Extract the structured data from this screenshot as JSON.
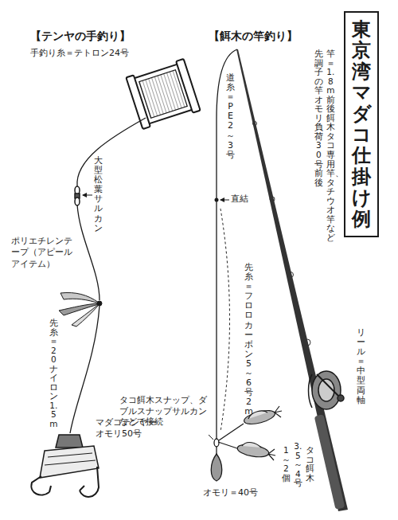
{
  "diagram": {
    "title": "東京湾マダコ仕掛け例",
    "labels": [
      "【テンヤの手釣り】",
      "手釣り糸＝テトロン24号",
      "大型松葉サルカン",
      "ポリエチレンテープ（アピールアイテム）",
      "先糸＝20ナイロン1.5m",
      "マダコテンヤー オモリ50号",
      "【餌木の竿釣り】",
      "道糸＝PE2～3号",
      "竿＝1.8m前後　餌木タコ専用竿、タチウオ竿など",
      "先調子の竿　オモリ負荷30号前後",
      "直結",
      "先糸＝フロロカーボン5～6号2m",
      "タコ餌木スナップ、ダブルスナップサルカンなどで接続",
      "オモリ＝40号",
      "タコ餌木",
      "3.5～4号",
      "1～2個",
      "リール＝中型両軸"
    ]
  }
}
